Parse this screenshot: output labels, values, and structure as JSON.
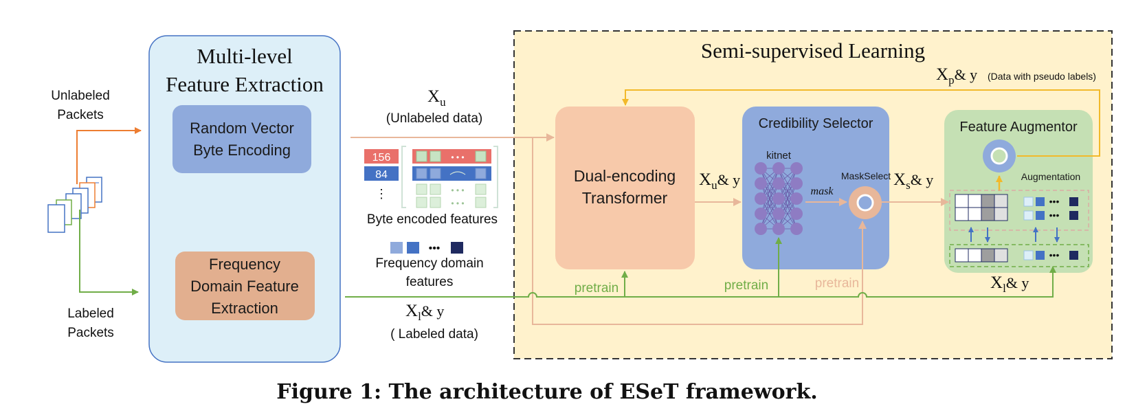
{
  "colors": {
    "orange_arrow": "#ED7D31",
    "green_arrow": "#70AD47",
    "peach_line": "#E8B79A",
    "yellow_line": "#F2B92A",
    "left_panel_fill": "#DDEFF8",
    "left_panel_stroke": "#4472C4",
    "ssl_fill": "#FFF2CC",
    "transformer_fill": "#F7C9AA",
    "selector_fill": "#8FAADC",
    "augmentor_fill": "#C5E0B4",
    "byte_box_fill": "#8FAADC",
    "freq_box_fill": "#E2AF8F",
    "dark_navy": "#1F2A60",
    "neuron": "#8E7CC3"
  },
  "inputs": {
    "unlabeled_label_1": "Unlabeled",
    "unlabeled_label_2": "Packets",
    "labeled_label_1": "Labeled",
    "labeled_label_2": "Packets",
    "packets_icon": "document-stack-icon"
  },
  "extraction": {
    "title_1": "Multi-level",
    "title_2": "Feature Extraction",
    "byte_box_1": "Random Vector",
    "byte_box_2": "Byte Encoding",
    "freq_box_1": "Frequency",
    "freq_box_2": "Domain Feature",
    "freq_box_3": "Extraction"
  },
  "data_flow": {
    "xu_base": "X",
    "xu_sub": "u",
    "unlabeled_data": "(Unlabeled data)",
    "byte_value_1": "156",
    "byte_value_2": "84",
    "byte_ellipsis": "⋮",
    "byte_caption": "Byte encoded features",
    "freq_caption_1": "Frequency domain",
    "freq_caption_2": "features",
    "xl_base": "X",
    "xl_sub": "l",
    "xl_rest": "& y",
    "labeled_data": "( Labeled data)"
  },
  "ssl": {
    "title": "Semi-supervised Learning",
    "xp_base": "X",
    "xp_sub": "p",
    "xp_rest": "& y",
    "xp_note": "(Data with pseudo labels)",
    "transformer_1": "Dual-encoding",
    "transformer_2": "Transformer",
    "xuy_base": "X",
    "xuy_sub": "u",
    "xuy_rest": "& y",
    "selector_title": "Credibility Selector",
    "kitnet": "kitnet",
    "mask": "mask",
    "maskselect": "MaskSelect",
    "xs_base": "X",
    "xs_sub": "s",
    "xs_rest": "& y",
    "augmentor_title": "Feature Augmentor",
    "augmentation": "Augmentation",
    "xl_base": "X",
    "xl_sub": "l",
    "xl_rest": "& y",
    "pretrain_1": "pretrain",
    "pretrain_2": "pretrain",
    "pretrain_3": "pretrain"
  },
  "caption": "Figure 1: The architecture of ESeT framework."
}
